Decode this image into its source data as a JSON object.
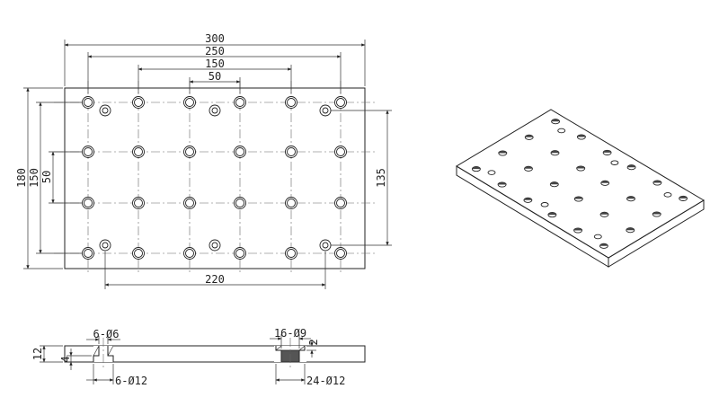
{
  "drawing": {
    "plate_width": "300",
    "dim_outer_holes": "250",
    "dim_mid_holes": "150",
    "dim_inner_holes": "50",
    "plate_height": "180",
    "dim_vert_150": "150",
    "dim_vert_50": "50",
    "dim_right_135": "135",
    "dim_bottom_220": "220",
    "section_thickness": "12",
    "section_counterbore_depth": "4",
    "section_depth_2": "2",
    "hole_small_through": "6-Ø6",
    "hole_small_counterbore": "6-Ø12",
    "hole_large_through": "16-Ø9",
    "hole_large_counterbore": "24-Ø12"
  },
  "colors": {
    "line": "#222222",
    "background": "#ffffff"
  }
}
